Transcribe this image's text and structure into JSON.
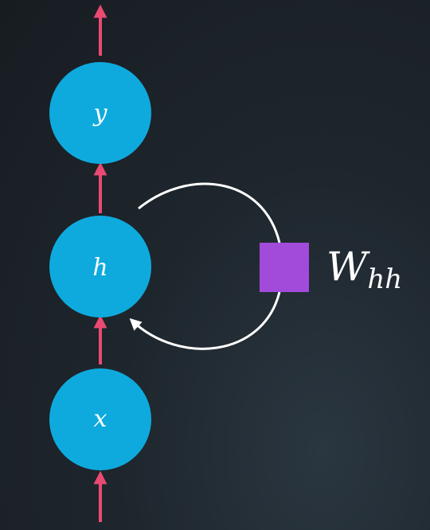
{
  "nodes": {
    "y": {
      "label": "y"
    },
    "h": {
      "label": "h"
    },
    "x": {
      "label": "x"
    }
  },
  "weight": {
    "symbol": "W",
    "subscript": "hh"
  },
  "colors": {
    "node_fill": "#0eaadd",
    "weight_fill": "#a24bdb",
    "arrow": "#ea4a72",
    "loop": "#ffffff",
    "label": "#ffffff"
  }
}
